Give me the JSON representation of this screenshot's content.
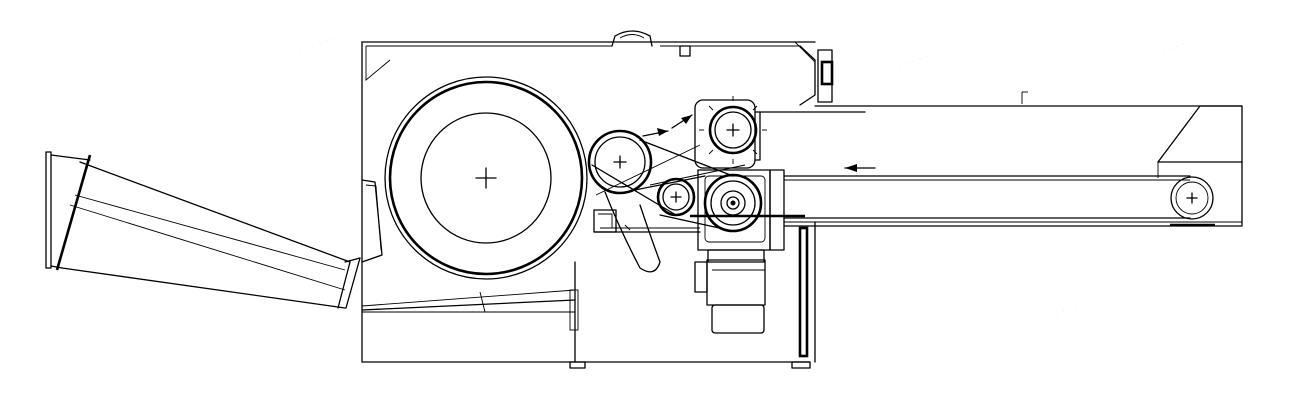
{
  "drawing": {
    "line_color": "#000000",
    "background": "#ffffff"
  },
  "icons": [
    "feed-hopper",
    "main-cylinder",
    "feed-roller",
    "transfer-roller",
    "drive-pulley",
    "gear-motor",
    "conveyor-belt",
    "tail-pulley",
    "direction-arrow"
  ]
}
